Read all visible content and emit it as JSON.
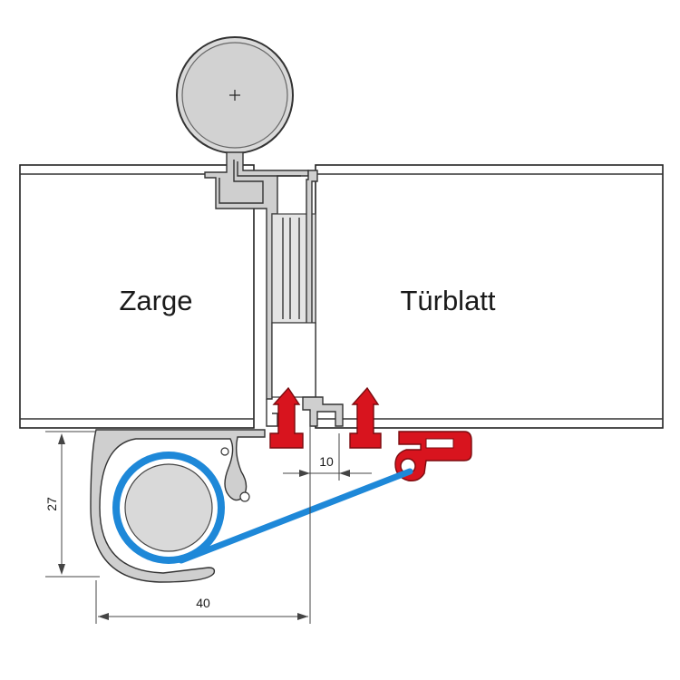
{
  "labels": {
    "frame": "Zarge",
    "door_leaf": "Türblatt"
  },
  "dimensions": {
    "height": "27",
    "width": "40",
    "gap": "10"
  },
  "colors": {
    "seal": "#d8141e",
    "cable": "#1e88d8",
    "profile_fill": "#cfcfcf",
    "roller_fill": "#d9d9d9",
    "outline": "#222222"
  }
}
